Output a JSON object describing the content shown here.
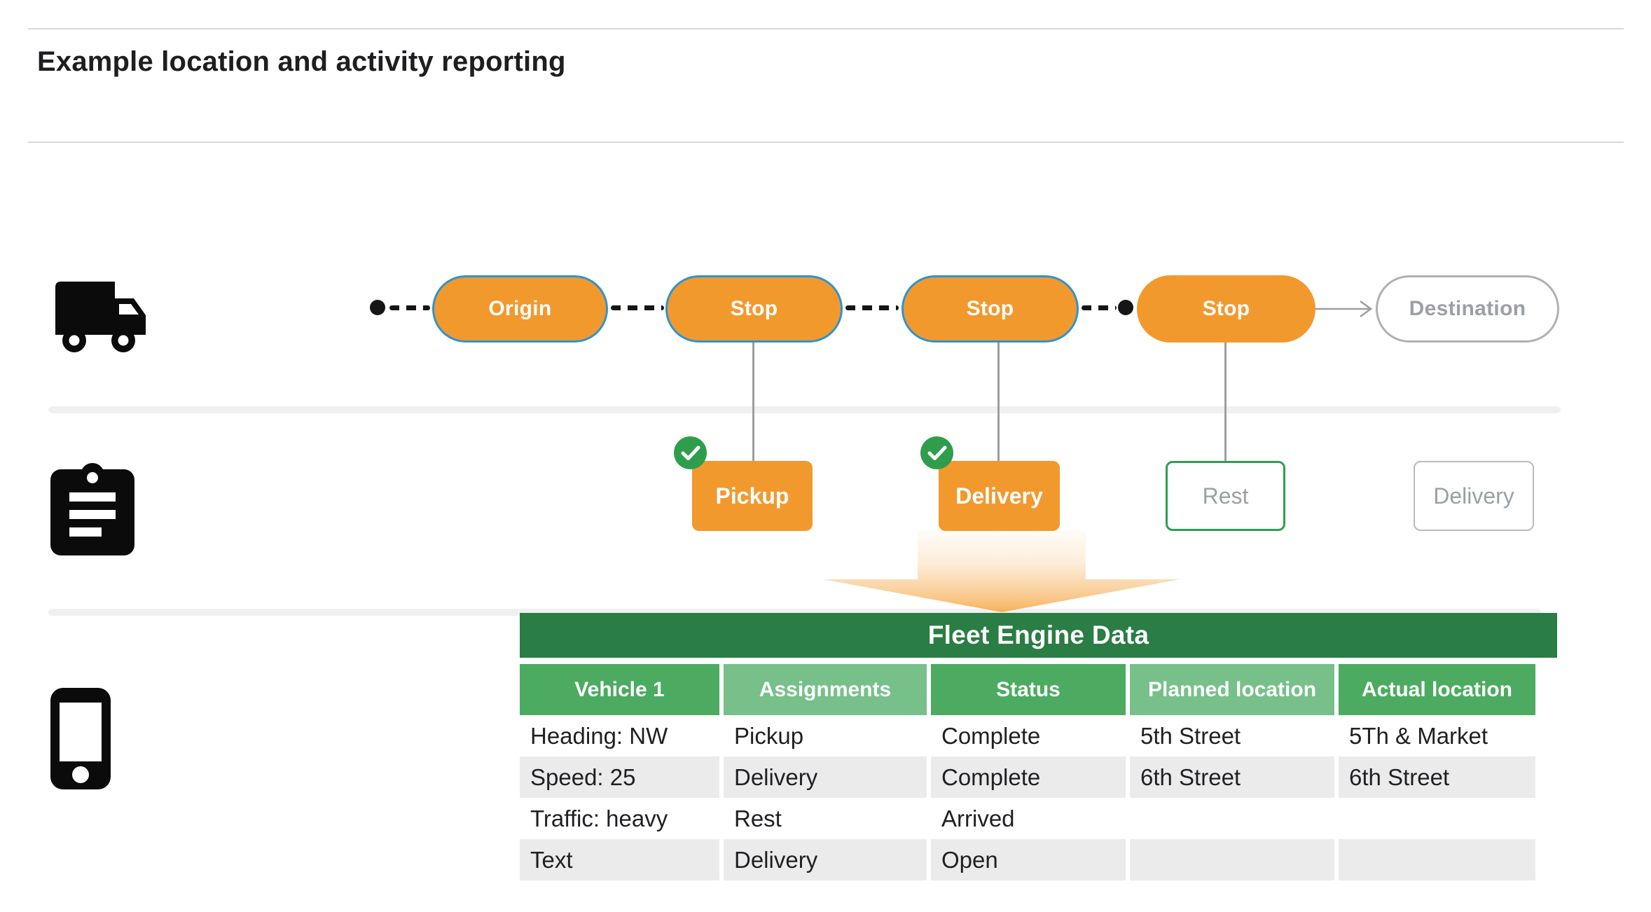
{
  "page": {
    "title": "Example location and activity reporting"
  },
  "route": {
    "stops": [
      {
        "name": "origin",
        "label": "Origin",
        "style": "orange-blue"
      },
      {
        "name": "stop-1",
        "label": "Stop",
        "style": "orange-blue"
      },
      {
        "name": "stop-2",
        "label": "Stop",
        "style": "orange-blue"
      },
      {
        "name": "stop-3",
        "label": "Stop",
        "style": "orange"
      },
      {
        "name": "destination",
        "label": "Destination",
        "style": "outline-gray"
      }
    ]
  },
  "activities": [
    {
      "name": "pickup",
      "label": "Pickup",
      "style": "orange",
      "checked": true
    },
    {
      "name": "delivery-1",
      "label": "Delivery",
      "style": "orange",
      "checked": true
    },
    {
      "name": "rest",
      "label": "Rest",
      "style": "outline-green",
      "checked": false
    },
    {
      "name": "delivery-2",
      "label": "Delivery",
      "style": "outline-gray",
      "checked": false
    }
  ],
  "icons": [
    "truck-icon",
    "clipboard-icon",
    "smartphone-icon",
    "check-icon",
    "destination-arrow-icon"
  ],
  "table": {
    "title": "Fleet Engine Data",
    "columns": [
      "Vehicle 1",
      "Assignments",
      "Status",
      "Planned location",
      "Actual location"
    ],
    "rows": [
      [
        "Heading: NW",
        "Pickup",
        "Complete",
        "5th Street",
        "5Th & Market"
      ],
      [
        "Speed: 25",
        "Delivery",
        "Complete",
        "6th Street",
        "6th Street"
      ],
      [
        "Traffic: heavy",
        "Rest",
        "Arrived",
        "",
        ""
      ],
      [
        "Text",
        "Delivery",
        "Open",
        "",
        ""
      ]
    ]
  },
  "colors": {
    "orange": "#F2992E",
    "pill_border_blue": "#2E93D0",
    "check_green": "#2E9E4C",
    "rest_border_green": "#2F9E52",
    "table_title_green": "#2A7D44",
    "header_green_mid": "#4CAB60",
    "header_green_light": "#77C08A",
    "row_gray": "#EBEBEB",
    "muted_text_gray": "#9AA0A6",
    "connector_gray": "#9E9E9E",
    "text_dark": "#1F2023"
  }
}
